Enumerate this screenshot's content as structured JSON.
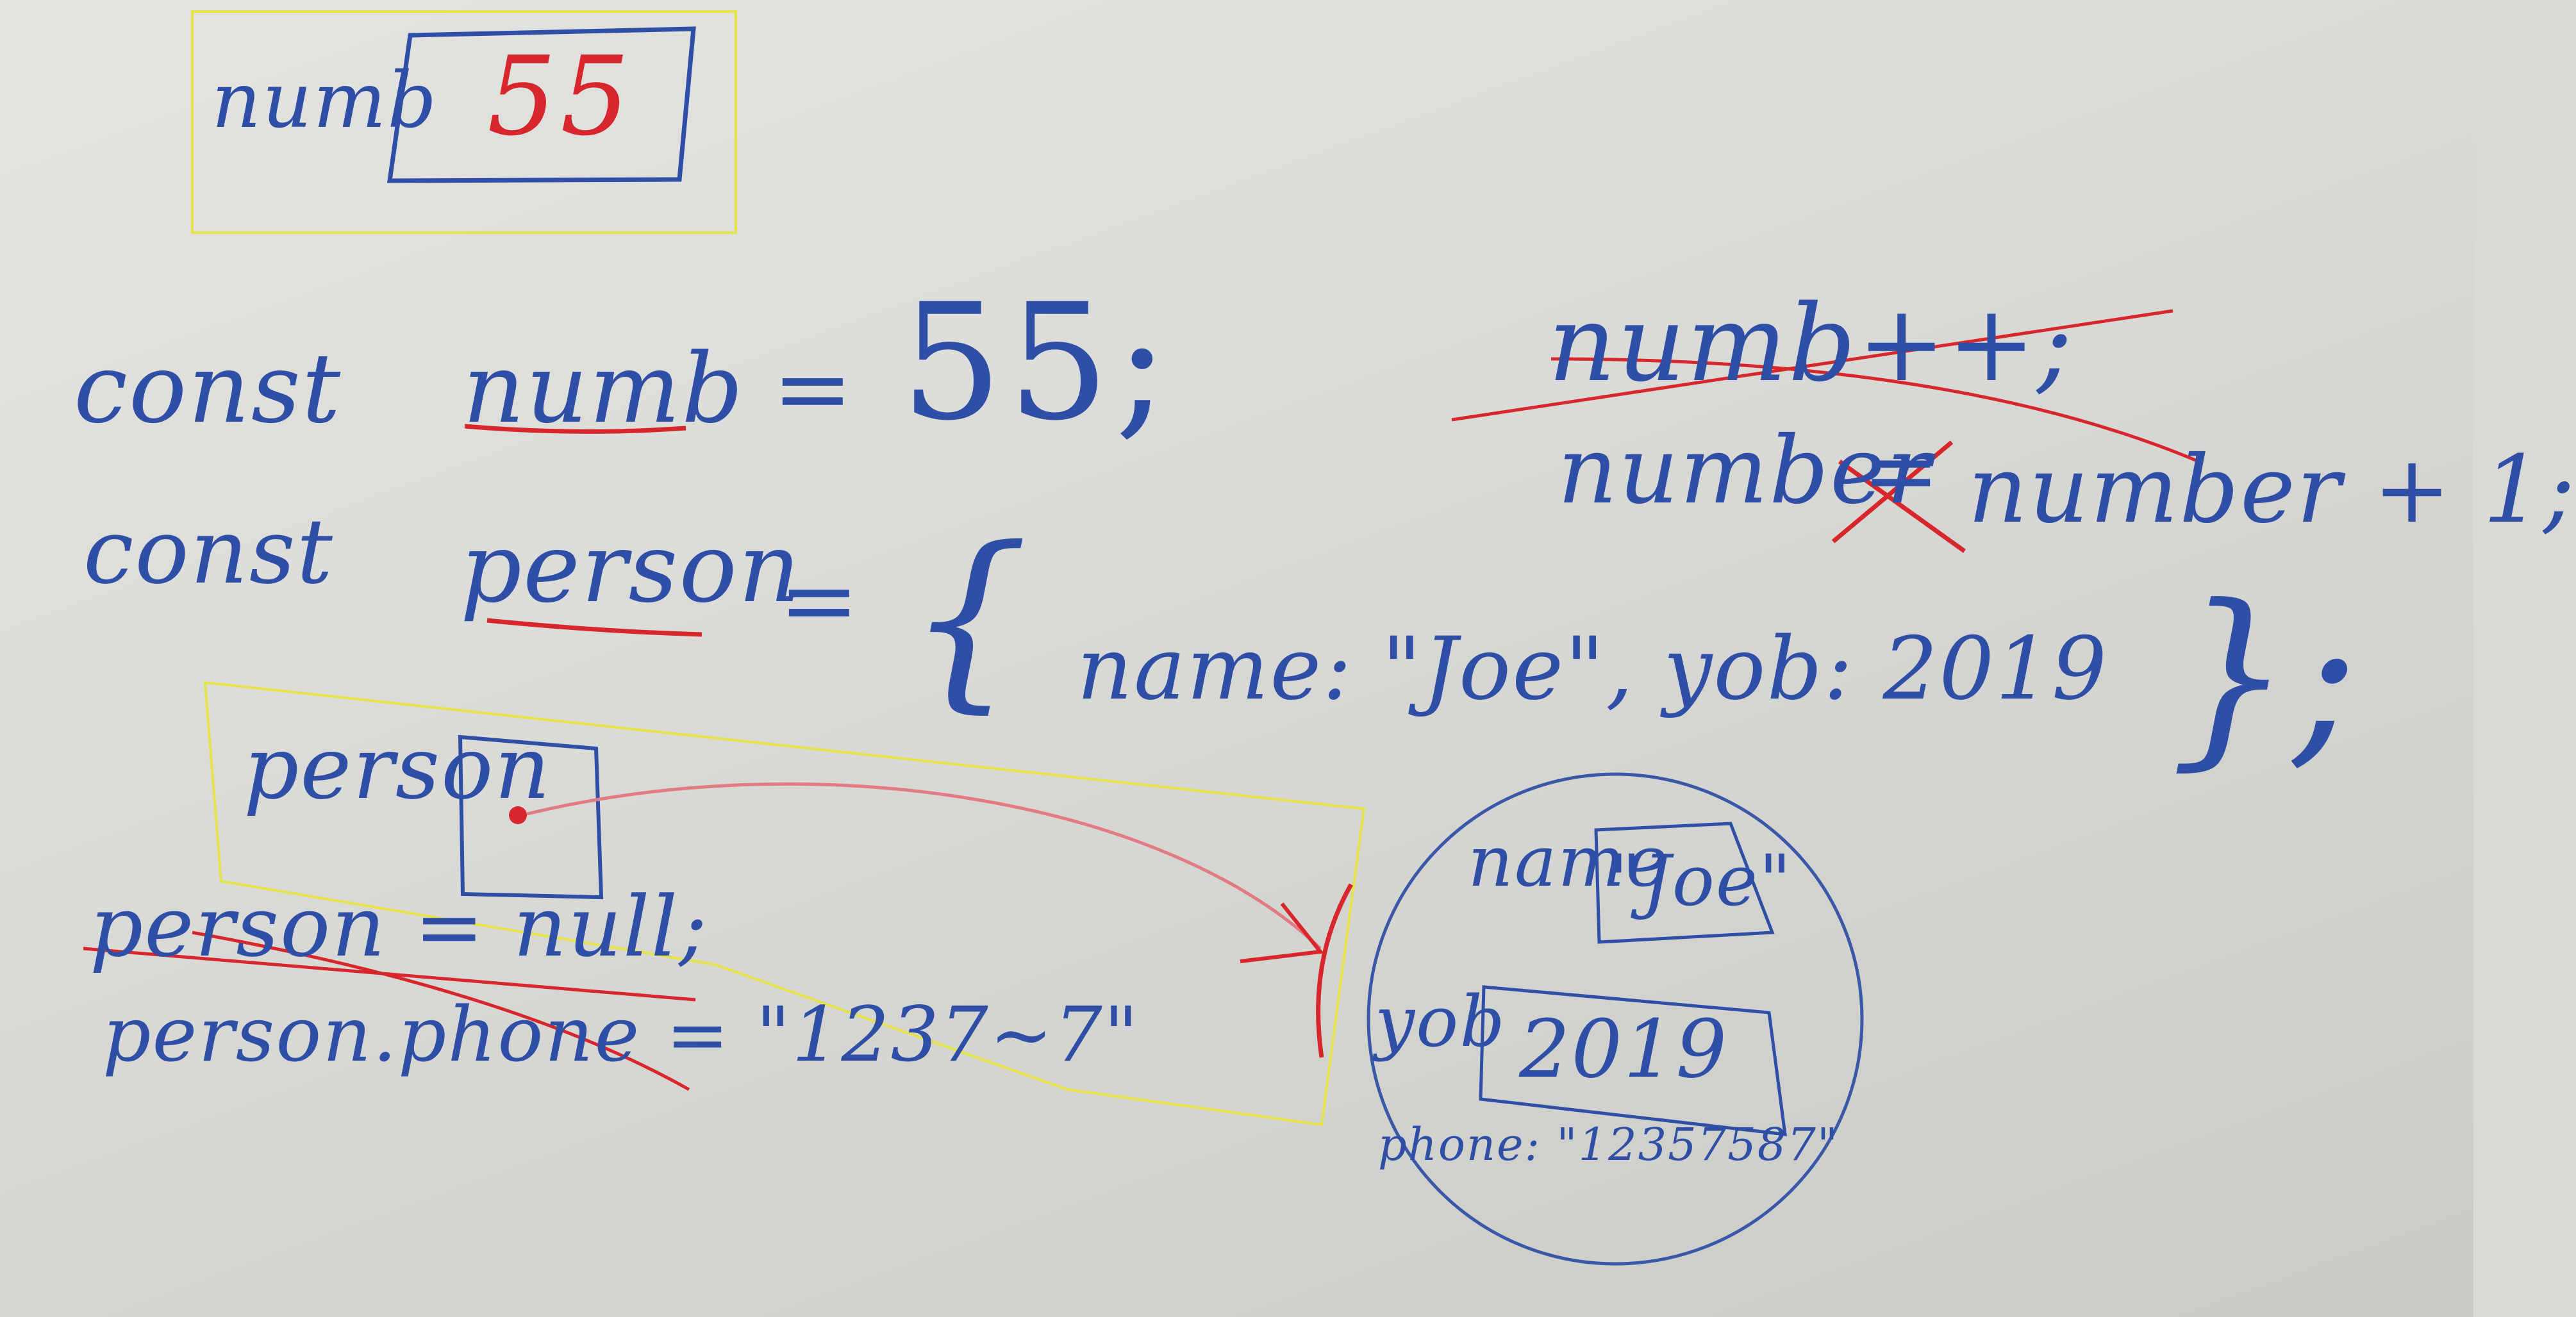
{
  "whiteboard": {
    "memory_box_numb": {
      "label": "numb",
      "value": "55"
    },
    "line1": {
      "keyword": "const",
      "name": "numb",
      "eq": "=",
      "value": "55;"
    },
    "line2": {
      "keyword": "const",
      "name": "person",
      "eq": "=",
      "open_brace": "{",
      "body": "name: \"Joe\", yob: 2019",
      "close": "};"
    },
    "crossed_out_increment": "numb++;",
    "reassignment": {
      "left": "number",
      "op": "=",
      "right": "number + 1;"
    },
    "memory_box_person": {
      "label": "person"
    },
    "crossed_out_null": "person = null;",
    "phone_assignment": "person.phone = \"1237~7\"",
    "object_circle": {
      "name_label": "name",
      "name_value": "\"Joe\"",
      "yob_label": "yob",
      "yob_value": "2019",
      "phone_entry": "phone: \"12357587\""
    },
    "colors": {
      "blue_marker": "#2f4fa6",
      "red_marker": "#d7262c",
      "yellow_highlight": "#e7e24a"
    }
  }
}
